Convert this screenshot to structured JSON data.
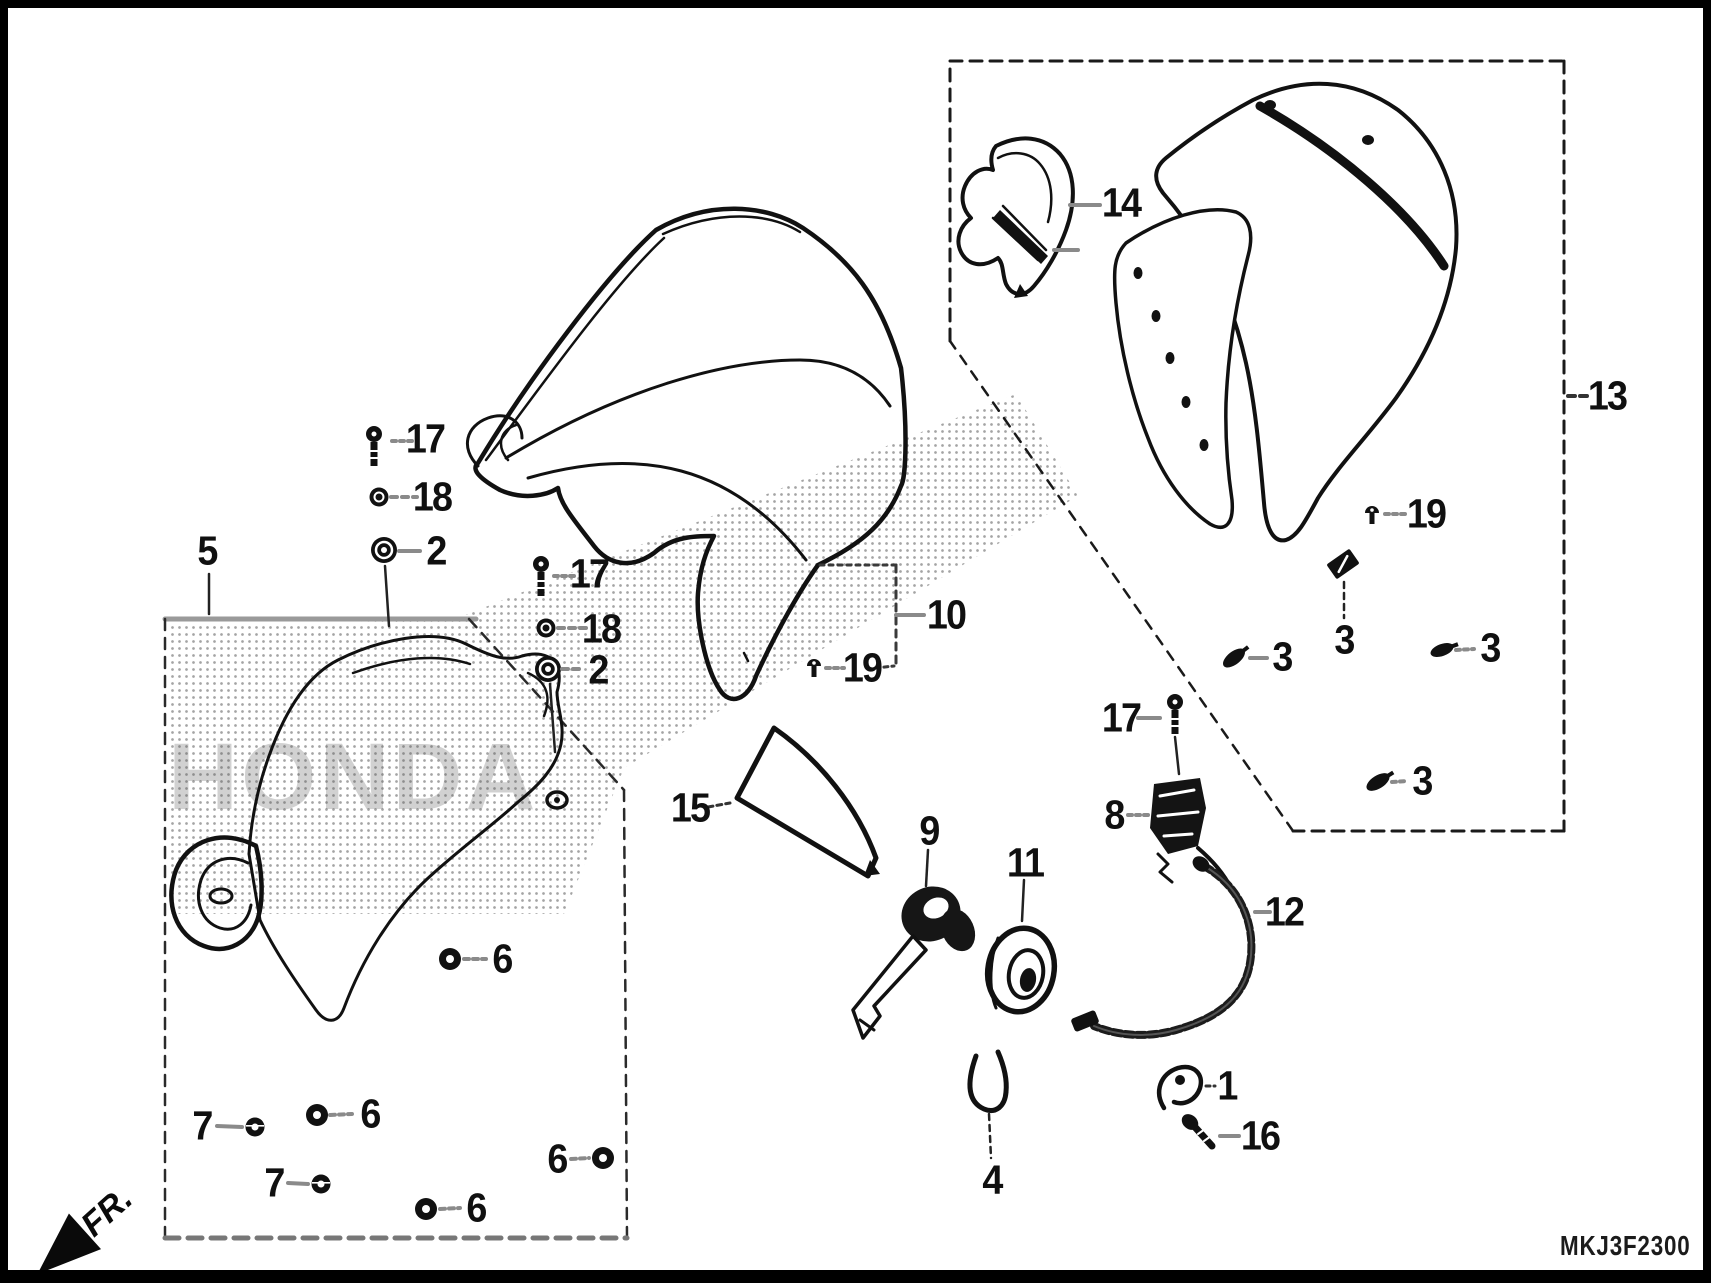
{
  "diagram": {
    "code": "MKJ3F2300",
    "direction_label": "FR.",
    "watermark": "HONDA"
  },
  "callouts": {
    "n1": "1",
    "n2": "2",
    "n3": "3",
    "n4": "4",
    "n5": "5",
    "n6": "6",
    "n7": "7",
    "n8": "8",
    "n9": "9",
    "n10": "10",
    "n11": "11",
    "n12": "12",
    "n13": "13",
    "n14": "14",
    "n15": "15",
    "n16": "16",
    "n17": "17",
    "n18": "18",
    "n19": "19"
  },
  "colors": {
    "ink": "#111111",
    "leader": "#8a8a8a",
    "box_edge": "#2a2a2a",
    "box_top_edge": "#9a9a9a",
    "halftone_dot": "#4a4a4a",
    "background": "#ffffff",
    "frame": "#000000"
  },
  "icons": {
    "fr-arrow-icon": "solid left arrowhead",
    "bolt-icon": "flange bolt, round head with threaded shaft",
    "nut-icon": "flange nut",
    "grommet-icon": "rubber grommet ring",
    "washer-icon": "washer with center hole",
    "pin-icon": "mushroom push pin",
    "rivet-icon": "angled push rivet",
    "clip-nut-icon": "angled square clip nut"
  }
}
